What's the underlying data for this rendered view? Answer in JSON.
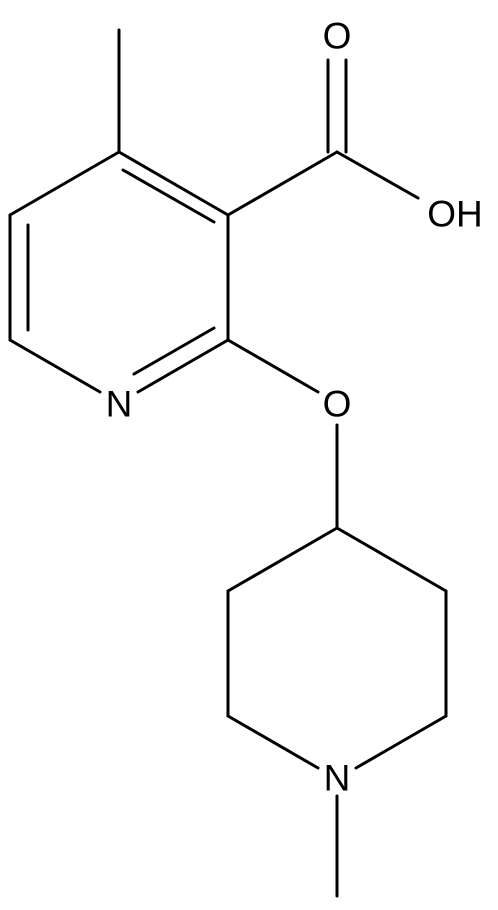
{
  "diagram": {
    "atoms": {
      "carbonyl_oxygen": "O",
      "hydroxyl": "OH",
      "pyridine_nitrogen": "N",
      "ether_oxygen": "O",
      "piperidine_nitrogen": "N"
    }
  }
}
